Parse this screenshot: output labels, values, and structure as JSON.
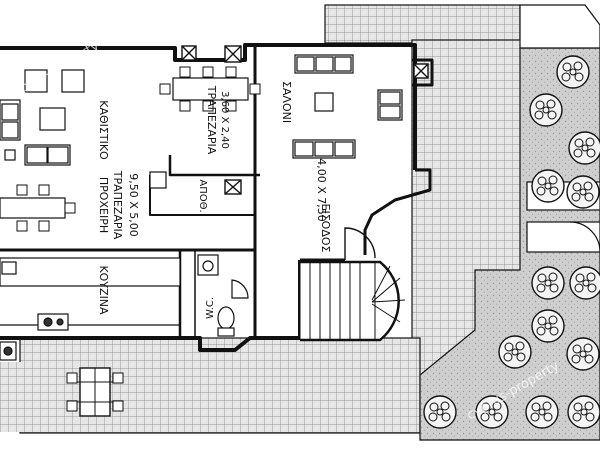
{
  "rooms": {
    "living_area": "ΚΑΘΙΣΤΙΚΟ",
    "dining": "ΤΡΑΠΕΖΑΡΙΑ",
    "dining_dims": "3,60 X 2,40",
    "salon": "ΣΑΛΟΝΙ",
    "salon_dims": "4,00 X 7,50",
    "casual_dining": "ΠΡΟΧΕΙΡΗ",
    "casual_dining_2": "ΤΡΑΠΕΖΑΡΙΑ",
    "casual_dims": "9,50 X 5,00",
    "kitchen": "ΚΟΥΖΙΝΑ",
    "storage": "ΑΠΟΘ.",
    "wc": "W.C.",
    "entrance": "ΕΙΣΟΔΟΣ"
  },
  "watermarks": [
    "cyprus-property",
    "cyprus-property"
  ],
  "colors": {
    "wall": "#111111",
    "paving": "#e6e6e6",
    "grid": "#888888",
    "garden": "#cfcfcf",
    "tree": "#b8b8b8"
  }
}
